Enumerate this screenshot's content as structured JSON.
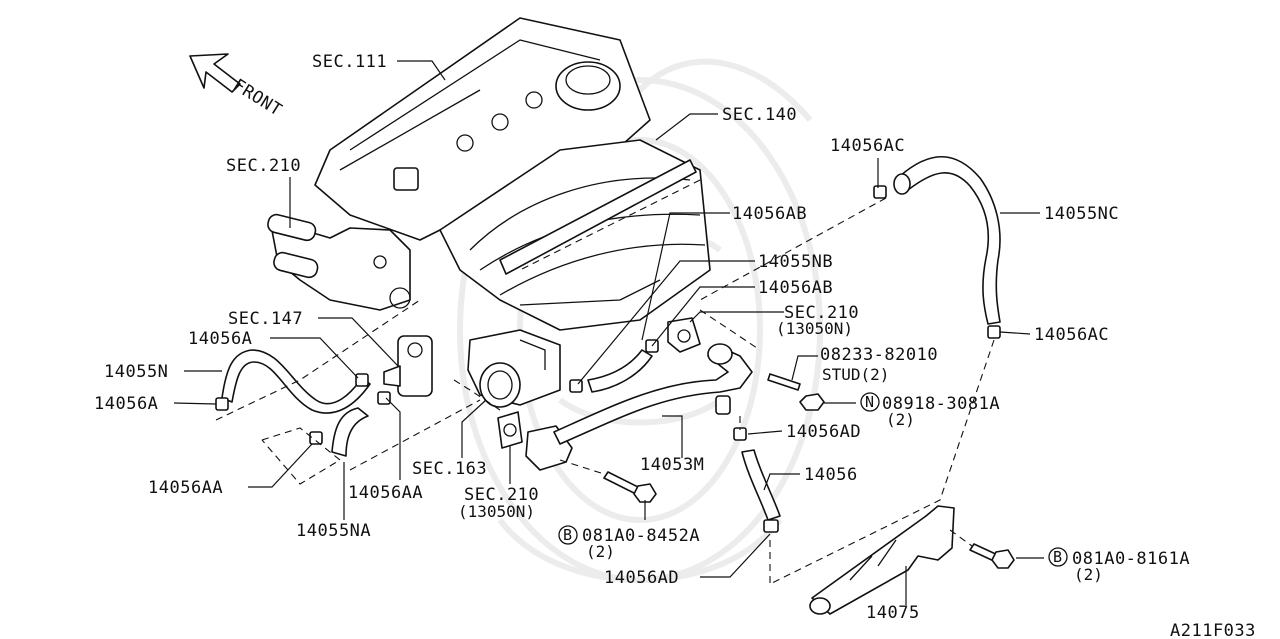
{
  "front_label": "FRONT",
  "labels": {
    "sec111": "SEC.111",
    "sec140": "SEC.140",
    "sec210_top": "SEC.210",
    "sec147": "SEC.147",
    "sec163": "SEC.163",
    "sec210_mid_a": "SEC.210",
    "sec210_mid_b": "(13050N)",
    "sec210_bot_a": "SEC.210",
    "sec210_bot_b": "(13050N)",
    "p14056AC_top": "14056AC",
    "p14055NC": "14055NC",
    "p14056AB_1": "14056AB",
    "p14055NB": "14055NB",
    "p14056AB_2": "14056AB",
    "p14056AC_mid": "14056AC",
    "p14056A_top": "14056A",
    "p14055N": "14055N",
    "p14056A_bot": "14056A",
    "p14056AA_left": "14056AA",
    "p14056AA_right": "14056AA",
    "p14055NA": "14055NA",
    "p14053M": "14053M",
    "stud_a": "08233-82010",
    "stud_b": "STUD(2)",
    "nut_a": "08918-3081A",
    "nut_b": "(2)",
    "p14056AD_mid": "14056AD",
    "p14056": "14056",
    "bolt1_a": "081A0-8452A",
    "bolt1_b": "(2)",
    "p14056AD_bot": "14056AD",
    "p14075": "14075",
    "bolt2_a": "081A0-8161A",
    "bolt2_b": "(2)",
    "diagram_code": "A211F033"
  },
  "symbols": {
    "nut_symbol": "N",
    "bolt_symbol_1": "B",
    "bolt_symbol_2": "B"
  },
  "icons": {
    "front_arrow": "front-arrow-icon",
    "watermark": "watermark-emblem"
  }
}
